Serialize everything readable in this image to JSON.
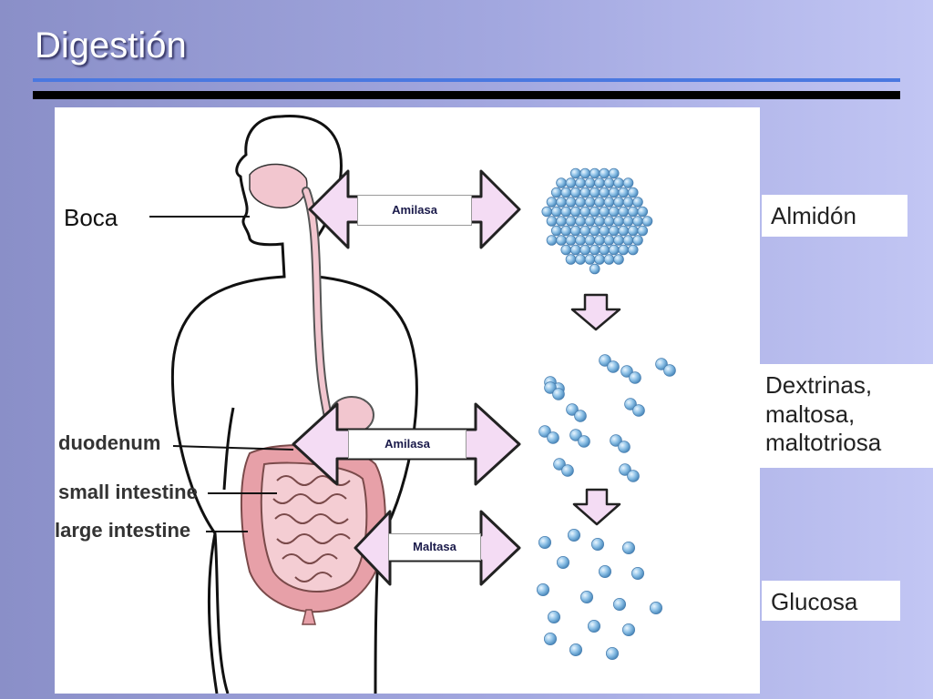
{
  "slide": {
    "title": "Digestión"
  },
  "labels": {
    "mouth": "Boca",
    "duodenum": "duodenum",
    "small_intestine": "small intestine",
    "large_intestine": "large intestine"
  },
  "enzymes": [
    "Amilasa",
    "Amilasa",
    "Maltasa"
  ],
  "products": {
    "starch": "Almidón",
    "dextrins": "Dextrinas,\nmaltosa,\nmaltotriosa",
    "glucose": "Glucosa"
  },
  "colors": {
    "organ_fill": "#f2c6cf",
    "arrow_fill": "#f4dcf4",
    "bead": "#7fb4dc",
    "rule_blue": "#4a78e0"
  }
}
